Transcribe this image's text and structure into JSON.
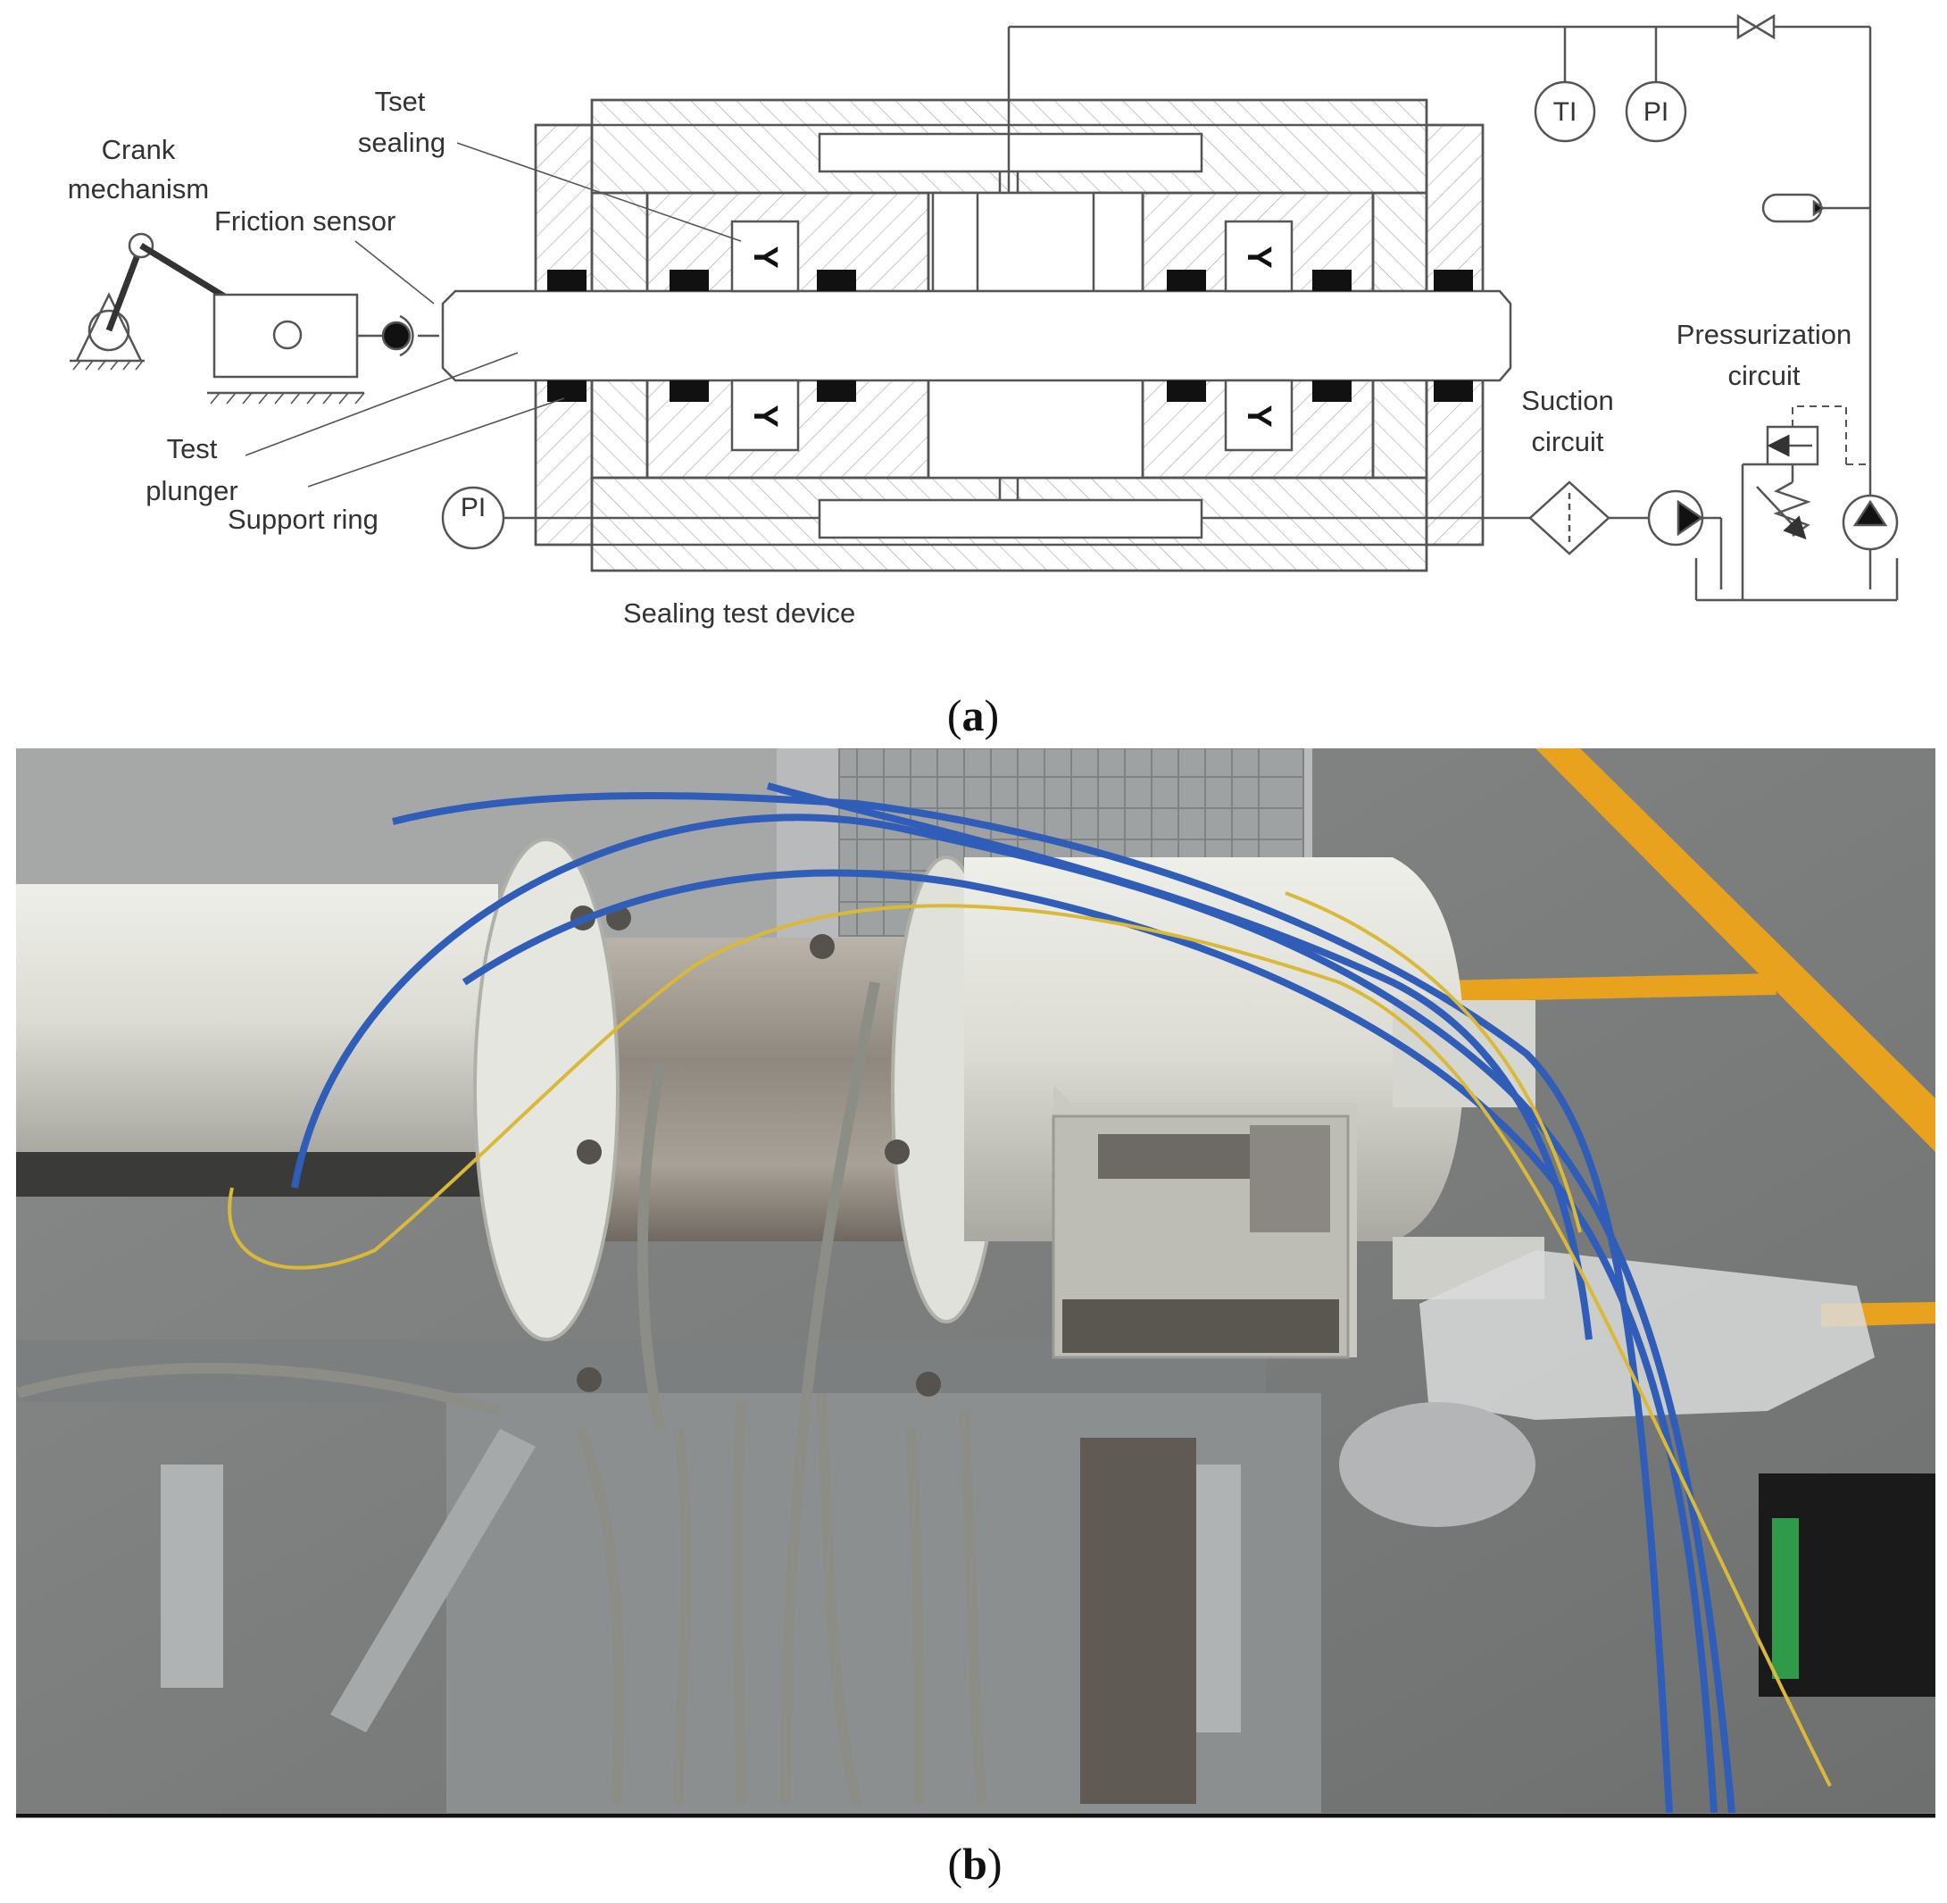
{
  "panel_a": {
    "caption_open": "(",
    "caption_letter": "a",
    "caption_close": ")",
    "labels": {
      "crank_1": "Crank",
      "crank_2": "mechanism",
      "friction_sensor": "Friction sensor",
      "tset_1": "Tset",
      "tset_2": "sealing",
      "test_1": "Test",
      "test_2": "plunger",
      "support_ring": "Support ring",
      "sealing_device": "Sealing test device",
      "suction_1": "Suction",
      "suction_2": "circuit",
      "press_1": "Pressurization",
      "press_2": "circuit",
      "ti": "TI",
      "pi": "PI",
      "seal_symbol": "Y"
    }
  },
  "panel_b": {
    "caption_open": "(",
    "caption_letter": "b",
    "caption_close": ")",
    "photo_description": ""
  },
  "colors": {
    "line": "#555555",
    "seal": "#111111",
    "hatch": "#9a9a9a",
    "cable_blue": "#2f5db8",
    "cable_yellow": "#d9b93a",
    "floor_stripe": "#e8a21d",
    "cylinder": "#d8d8d0",
    "steel": "#9c958c"
  }
}
